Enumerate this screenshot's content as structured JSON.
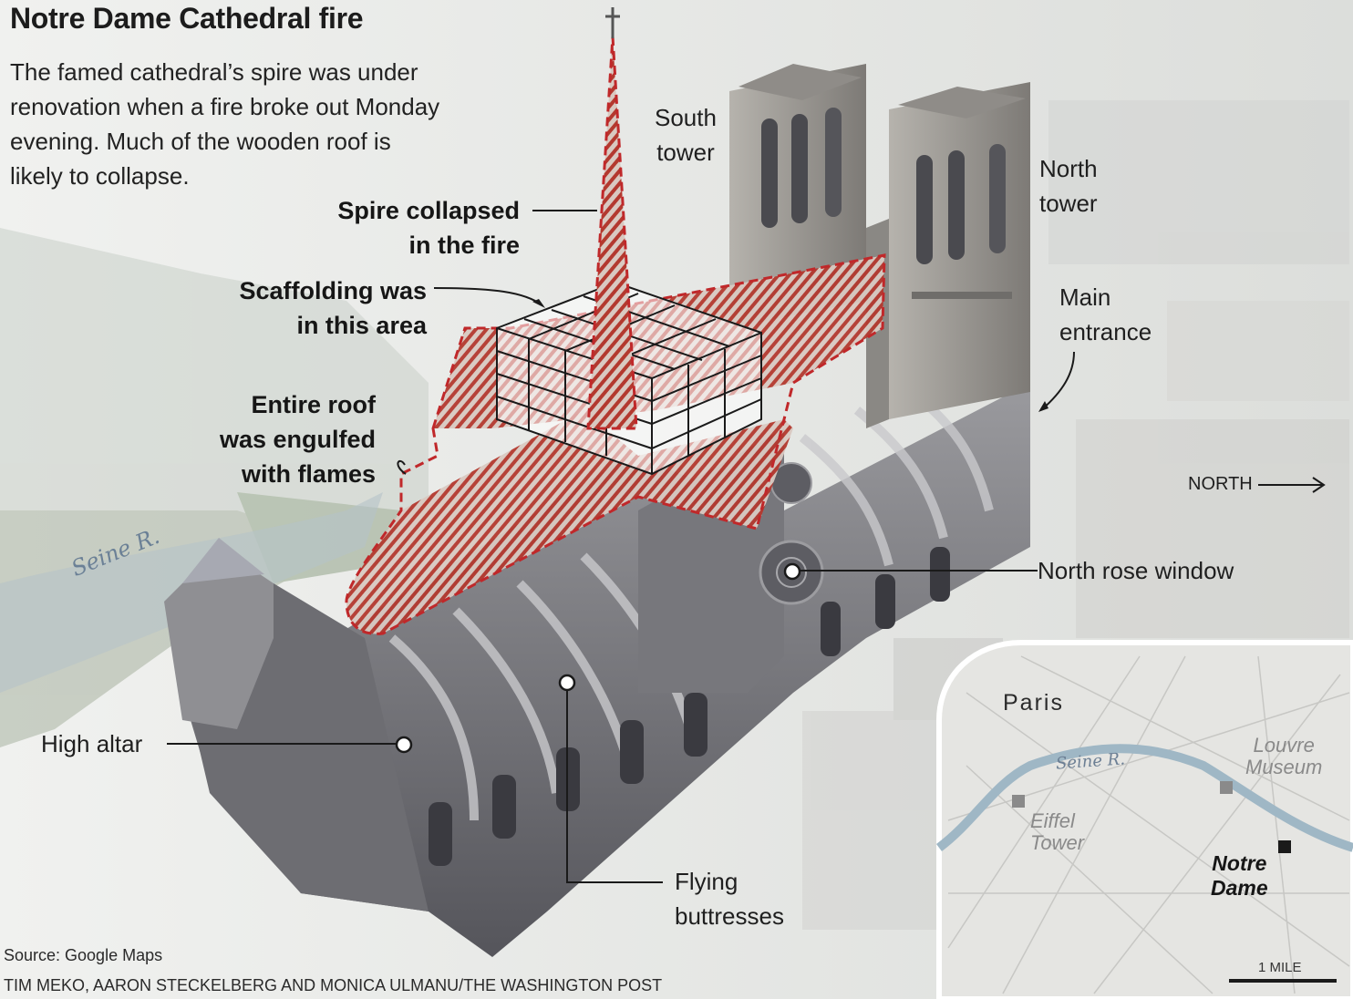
{
  "header": {
    "title": "Notre Dame Cathedral fire",
    "intro_lines": [
      "The famed cathedral’s spire was under",
      "renovation when a fire broke out Monday",
      "evening. Much of the wooden roof is",
      "likely to collapse."
    ]
  },
  "callouts": {
    "spire": [
      "Spire collapsed",
      "in the fire"
    ],
    "scaffolding": [
      "Scaffolding was",
      "in this area"
    ],
    "roof": [
      "Entire roof",
      "was engulfed",
      "with flames"
    ],
    "south_tower": [
      "South",
      "tower"
    ],
    "north_tower": [
      "North",
      "tower"
    ],
    "main_entrance": [
      "Main",
      "entrance"
    ],
    "north_rose_window": "North rose window",
    "high_altar": "High altar",
    "flying_buttresses": [
      "Flying",
      "buttresses"
    ],
    "direction": "NORTH"
  },
  "river_label": "Seine R.",
  "inset_map": {
    "city": "Paris",
    "river": "Seine R.",
    "louvre": [
      "Louvre",
      "Museum"
    ],
    "eiffel": [
      "Eiffel",
      "Tower"
    ],
    "notre_dame": [
      "Notre",
      "Dame"
    ],
    "scale_label": "1 MILE"
  },
  "footer": {
    "source": "Source: Google Maps",
    "credit": "TIM MEKO, AARON STECKELBERG AND MONICA ULMANU/THE WASHINGTON POST"
  },
  "colors": {
    "roof_hatch": "#b3392f",
    "outline_dash": "#c0282a",
    "stone": "#7e7e82",
    "background": "#e7e8e6",
    "river": "#9fb7c5"
  }
}
